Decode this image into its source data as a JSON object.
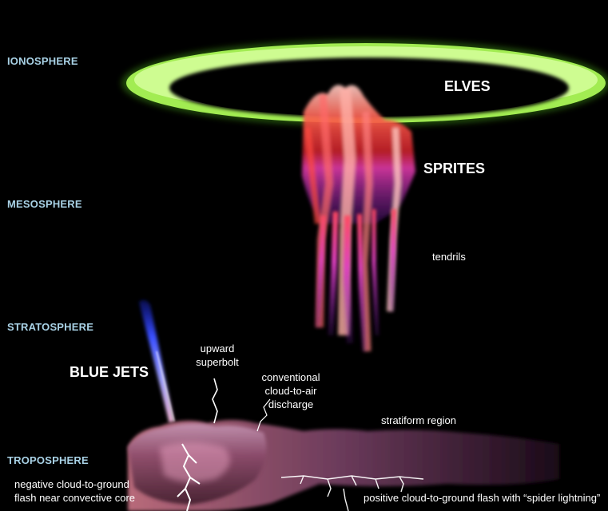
{
  "layers": {
    "ionosphere": "IONOSPHERE",
    "mesosphere": "MESOSPHERE",
    "stratosphere": "STRATOSPHERE",
    "troposphere": "TROPOSPHERE"
  },
  "phenomena": {
    "elves": "ELVES",
    "sprites": "SPRITES",
    "blue_jets": "BLUE JETS"
  },
  "labels": {
    "tendrils": "tendrils",
    "upward_superbolt_1": "upward",
    "upward_superbolt_2": "superbolt",
    "conventional_1": "conventional",
    "conventional_2": "cloud-to-air",
    "conventional_3": "discharge",
    "stratiform_region": "stratiform region",
    "negative_cg_1": "negative cloud-to-ground",
    "negative_cg_2": "flash near convective core",
    "positive_cg": "positive cloud-to-ground flash with “spider lightning”"
  },
  "colors": {
    "background": "#000000",
    "elves_ring": "#9be84a",
    "sprites_red": "#ff5a4a",
    "tendrils_magenta": "#c030c8",
    "blue_jet": "#3a50ff",
    "layer_label": "#a9d2e6"
  }
}
